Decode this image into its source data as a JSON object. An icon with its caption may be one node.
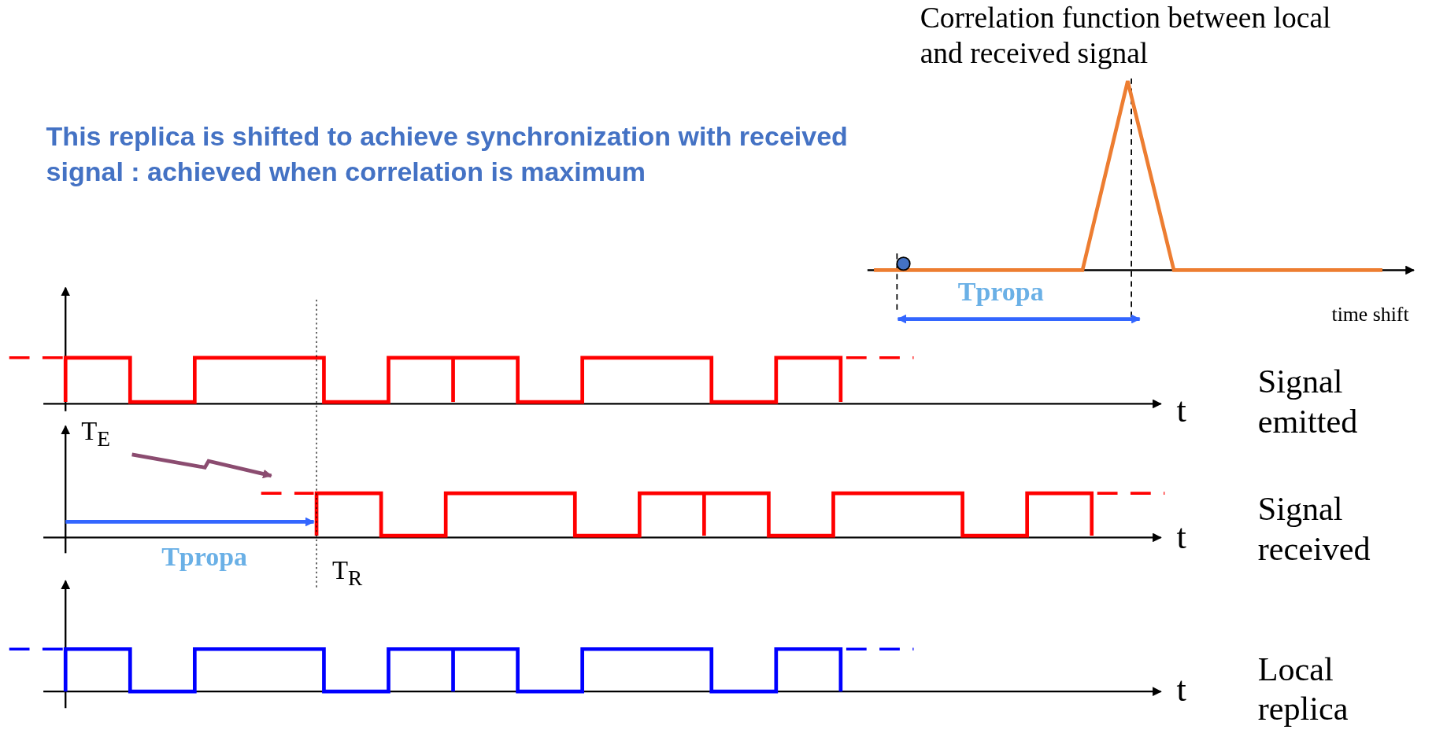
{
  "diagram": {
    "labels": [
      "Correlation function between local and received signal",
      "This replica is shifted to achieve synchronization with received signal : achieved when correlation is maximum",
      "Tpropa",
      "time shift",
      "t",
      "Signal emitted",
      "T$_{E}$",
      "t",
      "Signal received",
      "Tpropa",
      "T$_{R}$",
      "t",
      "Local replica"
    ]
  }
}
